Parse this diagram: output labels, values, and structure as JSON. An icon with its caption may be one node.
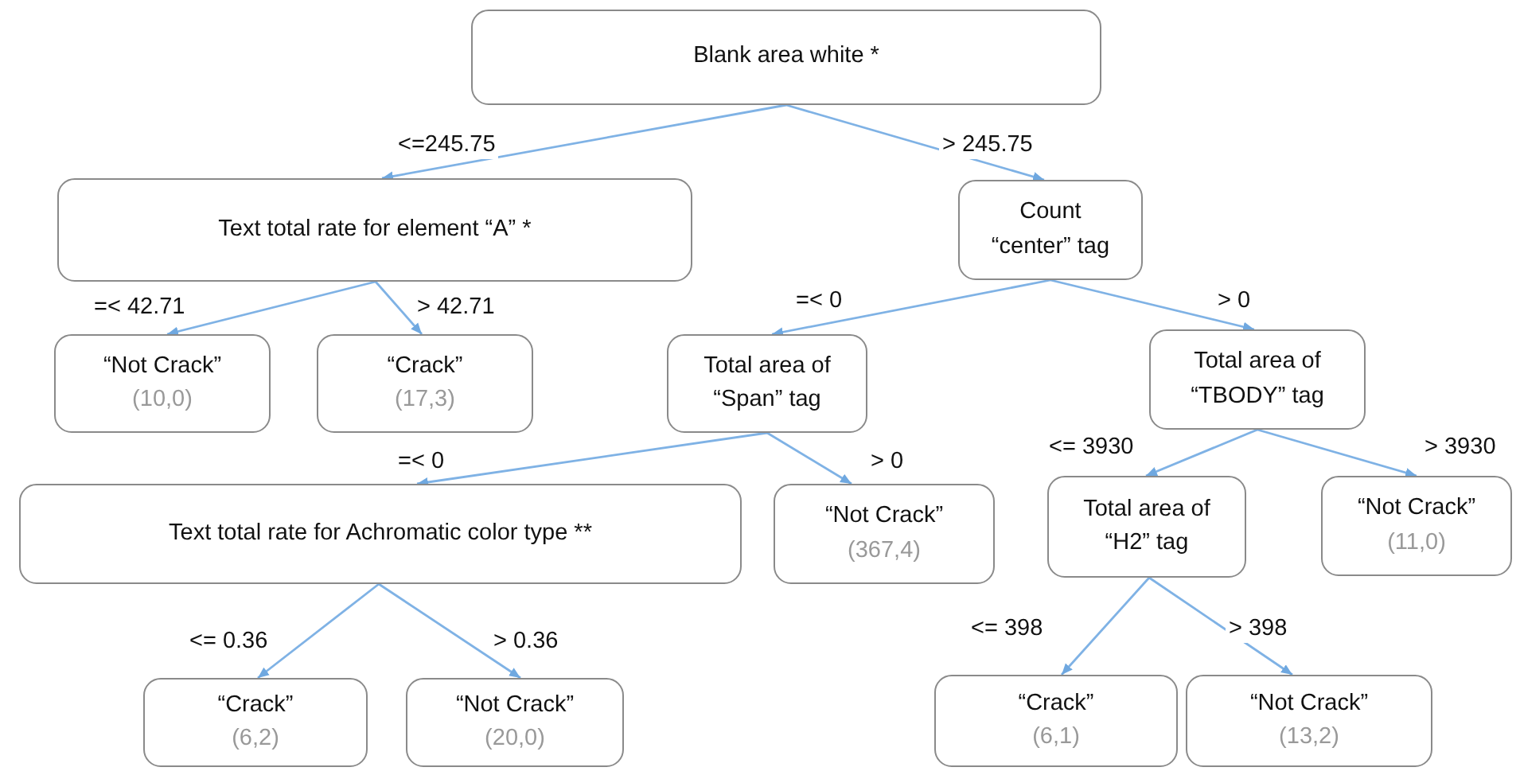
{
  "diagram": {
    "nodes": [
      {
        "text": [
          "Blank area white *"
        ]
      },
      {
        "text": [
          "Text total rate for element “A” *"
        ]
      },
      {
        "text": [
          "Count “center” tag"
        ]
      },
      {
        "text": [
          "“Not Crack”",
          "(10,0)"
        ]
      },
      {
        "text": [
          "“Crack”",
          "(17,3)"
        ]
      },
      {
        "text": [
          "Total area of “Span” tag"
        ]
      },
      {
        "text": [
          "Total area of “TBODY” tag"
        ]
      },
      {
        "text": [
          "Text total rate for Achromatic color type **"
        ]
      },
      {
        "text": [
          "“Not Crack”",
          "(367,4)"
        ]
      },
      {
        "text": [
          "Total area of “H2” tag"
        ]
      },
      {
        "text": [
          "“Not Crack”",
          "(11,0)"
        ]
      },
      {
        "text": [
          "“Crack”",
          "(6,2)"
        ]
      },
      {
        "text": [
          "“Not Crack”",
          "(20,0)"
        ]
      },
      {
        "text": [
          "“Crack”",
          "(6,1)"
        ]
      },
      {
        "text": [
          "“Not Crack”",
          "(13,2)"
        ]
      }
    ],
    "edges": [
      {
        "from": 0,
        "to": 1,
        "arrow": "to",
        "label": "<=245.75"
      },
      {
        "from": 0,
        "to": 2,
        "arrow": "to",
        "label": "> 245.75"
      },
      {
        "from": 1,
        "to": 3,
        "arrow": "to",
        "label": "=< 42.71"
      },
      {
        "from": 1,
        "to": 4,
        "arrow": "to",
        "label": "> 42.71"
      },
      {
        "from": 2,
        "to": 5,
        "arrow": "to",
        "label": "=< 0"
      },
      {
        "from": 2,
        "to": 6,
        "arrow": "to",
        "label": "> 0"
      },
      {
        "from": 5,
        "to": 7,
        "arrow": "to",
        "label": "=< 0"
      },
      {
        "from": 5,
        "to": 8,
        "arrow": "to",
        "label": "> 0"
      },
      {
        "from": 6,
        "to": 9,
        "arrow": "to",
        "label": "<= 3930"
      },
      {
        "from": 6,
        "to": 10,
        "arrow": "to",
        "label": "> 3930"
      },
      {
        "from": 7,
        "to": 11,
        "arrow": "to",
        "label": "<= 0.36"
      },
      {
        "from": 7,
        "to": 12,
        "arrow": "to",
        "label": "> 0.36"
      },
      {
        "from": 9,
        "to": 13,
        "arrow": "to",
        "label": "<= 398"
      },
      {
        "from": 9,
        "to": 14,
        "arrow": "to",
        "label": "> 398"
      }
    ]
  }
}
